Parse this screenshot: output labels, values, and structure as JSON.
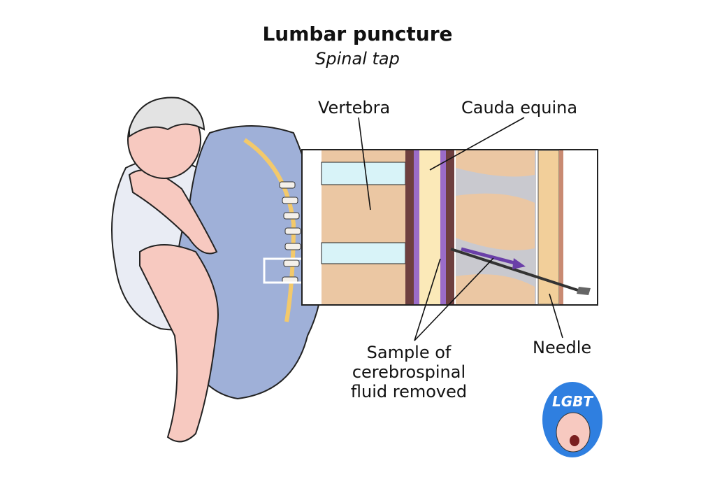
{
  "title": "Lumbar puncture",
  "subtitle": "Spinal tap",
  "labels": {
    "vertebra": "Vertebra",
    "cauda_equina": "Cauda equina",
    "sample": [
      "Sample of",
      "cerebrospinal",
      "fluid removed"
    ],
    "needle": "Needle"
  },
  "badge": {
    "text": "LGBT",
    "color": "#2f7fe0"
  },
  "colors": {
    "gown": "#9fb0d8",
    "skin": "#f7c9c0",
    "bone": "#ebc7a3",
    "disc": "#d8f3f8",
    "csf_purple": "#9b6cc9",
    "cord": "#fbe9b8"
  }
}
